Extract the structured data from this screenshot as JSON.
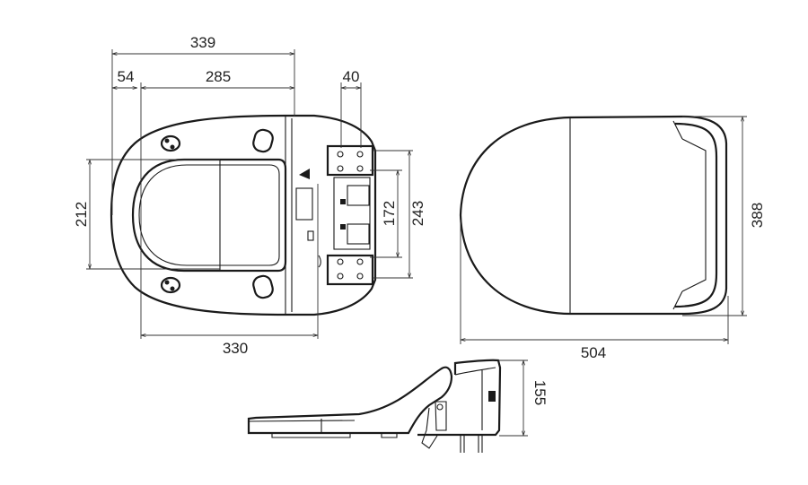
{
  "diagram": {
    "top_view": {
      "dim_overall_width": "339",
      "dim_front_offset": "54",
      "dim_lid_length": "285",
      "dim_seat_length": "330",
      "dim_opening_width": "212",
      "dim_hinge_width": "40",
      "dim_hinge_inner": "172",
      "dim_hinge_outer": "243"
    },
    "lid_view": {
      "dim_width": "388",
      "dim_length": "504"
    },
    "side_view": {
      "dim_height": "155"
    },
    "colors": {
      "line": "#1a1a1a",
      "background": "#ffffff"
    }
  }
}
